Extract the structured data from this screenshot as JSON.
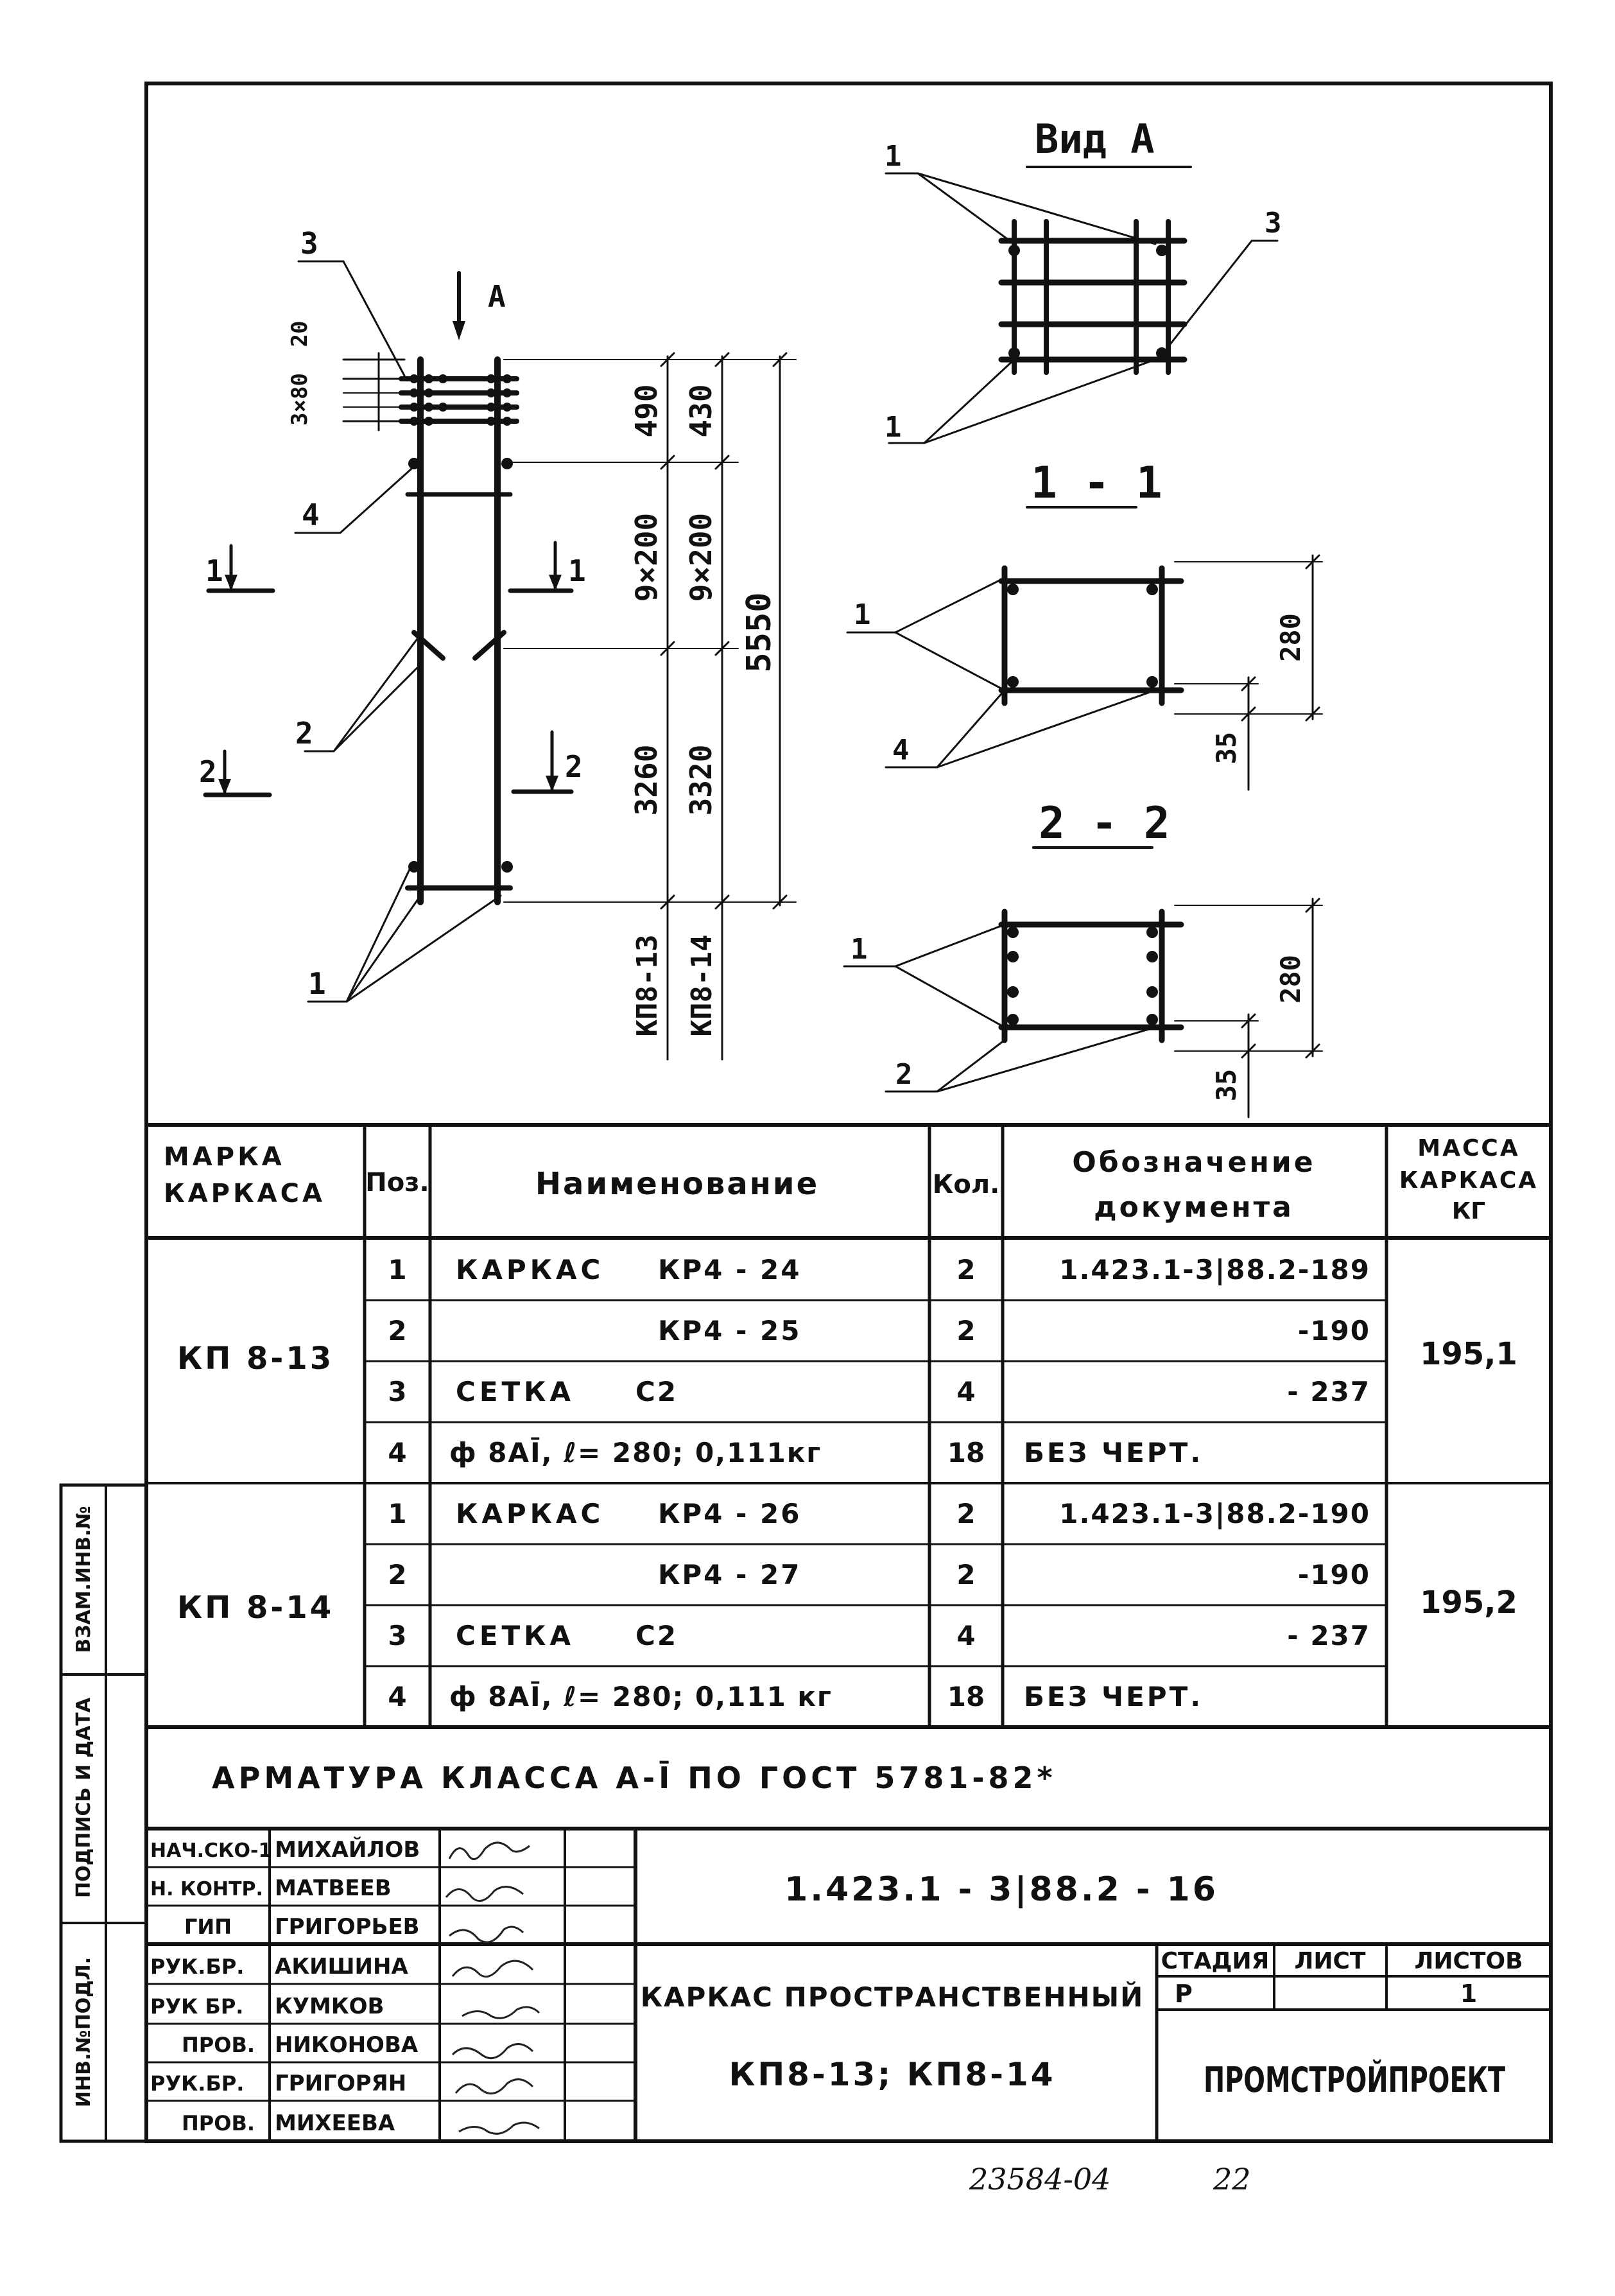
{
  "drawing": {
    "view_a": {
      "title": "Вид А",
      "callouts": [
        "1",
        "3",
        "1"
      ]
    },
    "elevation": {
      "arrow_label": "А",
      "callouts": [
        "3",
        "4",
        "2",
        "1"
      ],
      "cut_marks": [
        "1",
        "1",
        "2",
        "2"
      ],
      "left_dims": [
        "20",
        "3×80"
      ],
      "dim_col1": [
        "490",
        "9×200",
        "3260"
      ],
      "dim_col2": [
        "430",
        "9×200",
        "3320"
      ],
      "dim_total": "5550",
      "marks": [
        "КП8-13",
        "КП8-14"
      ]
    },
    "section_1": {
      "title": "1 - 1",
      "callouts": [
        "1",
        "4"
      ],
      "dims": [
        "280",
        "35"
      ]
    },
    "section_2": {
      "title": "2 - 2",
      "callouts": [
        "1",
        "2"
      ],
      "dims": [
        "280",
        "35"
      ]
    }
  },
  "spec": {
    "headers": {
      "mark": [
        "МАРКА",
        "КАРКАСА"
      ],
      "pos": "Поз.",
      "name": "Наименование",
      "qty": "Кол.",
      "doc": [
        "Обозначение",
        "документа"
      ],
      "mass": [
        "МАССА",
        "КАРКАСА",
        "КГ"
      ]
    },
    "groups": [
      {
        "mark": "КП 8-13",
        "mass": "195,1",
        "rows": [
          {
            "pos": "1",
            "name_a": "КАРКАС",
            "name_b": "КР4 - 24",
            "qty": "2",
            "doc": "1.423.1-3|88.2-189"
          },
          {
            "pos": "2",
            "name_a": "",
            "name_b": "КР4 - 25",
            "qty": "2",
            "doc": "-190"
          },
          {
            "pos": "3",
            "name_a": "СЕТКА",
            "name_b": "С2",
            "qty": "4",
            "doc": "- 237"
          },
          {
            "pos": "4",
            "name_a": "ф 8АĪ, ℓ= 280; 0,111кг",
            "name_b": "",
            "qty": "18",
            "doc": "БЕЗ ЧЕРТ."
          }
        ]
      },
      {
        "mark": "КП 8-14",
        "mass": "195,2",
        "rows": [
          {
            "pos": "1",
            "name_a": "КАРКАС",
            "name_b": "КР4 - 26",
            "qty": "2",
            "doc": "1.423.1-3|88.2-190"
          },
          {
            "pos": "2",
            "name_a": "",
            "name_b": "КР4 - 27",
            "qty": "2",
            "doc": "-190"
          },
          {
            "pos": "3",
            "name_a": "СЕТКА",
            "name_b": "С2",
            "qty": "4",
            "doc": "- 237"
          },
          {
            "pos": "4",
            "name_a": "ф 8АĪ, ℓ= 280; 0,111 кг",
            "name_b": "",
            "qty": "18",
            "doc": "БЕЗ ЧЕРТ."
          }
        ]
      }
    ],
    "note": "АРМАТУРА КЛАССА А-Ī ПО ГОСТ 5781-82*"
  },
  "titleblock": {
    "signers": [
      {
        "role": "НАЧ.СКО-1",
        "name": "МИХАЙЛОВ"
      },
      {
        "role": "Н. КОНТР.",
        "name": "МАТВЕЕВ"
      },
      {
        "role": "ГИП",
        "name": "ГРИГОРЬЕВ"
      },
      {
        "role": "РУК.БР.",
        "name": "АКИШИНА"
      },
      {
        "role": "РУК БР.",
        "name": "КУМКОВ"
      },
      {
        "role": "ПРОВ.",
        "name": "НИКОНОВА"
      },
      {
        "role": "РУК.БР.",
        "name": "ГРИГОРЯН"
      },
      {
        "role": "ПРОВ.",
        "name": "МИХЕЕВА"
      }
    ],
    "code": "1.423.1 - 3|88.2 - 16",
    "title_line1": "КАРКАС ПРОСТРАНСТВЕННЫЙ",
    "title_line2": "КП8-13; КП8-14",
    "stage_label": "СТАДИЯ",
    "sheet_label": "ЛИСТ",
    "sheets_label": "ЛИСТОВ",
    "stage": "Р",
    "sheet": "",
    "sheets": "1",
    "org": "ПРОМСТРОЙПРОЕКТ"
  },
  "side_stamp": [
    "ИНВ.№ПОДЛ.",
    "ПОДПИСЬ И ДАТА",
    "ВЗАМ.ИНВ.№"
  ],
  "footer": {
    "archive_no": "23584-04",
    "page": "22"
  }
}
